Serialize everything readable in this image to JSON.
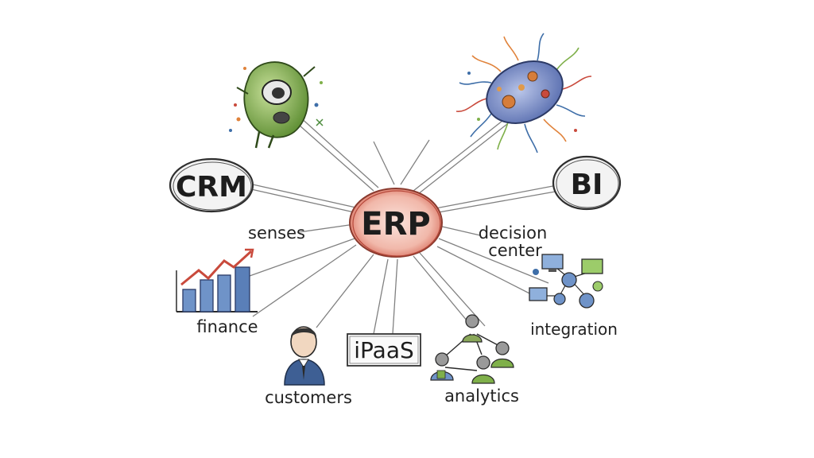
{
  "diagram": {
    "center": {
      "label": "ERP",
      "color": "#c9584a"
    },
    "nodes": {
      "crm": {
        "label": "CRM"
      },
      "bi": {
        "label": "BI"
      },
      "ipaas": {
        "label": "iPaaS"
      }
    },
    "labels": {
      "senses": "senses",
      "decision_line1": "decision",
      "decision_line2": "center",
      "finance": "finance",
      "integration": "integration",
      "customers": "customers",
      "analytics": "analytics"
    },
    "icons": {
      "monster": "green-creature-icon",
      "bacteria": "bacteria-icon",
      "chart": "bar-chart-icon",
      "person": "businessman-icon",
      "people": "team-network-icon",
      "devices": "connected-devices-icon"
    },
    "colors": {
      "ink": "#2a2a2a",
      "green": "#7fb04a",
      "blue": "#3e6ea8",
      "orange": "#e0823a",
      "red": "#c94a3c"
    }
  }
}
